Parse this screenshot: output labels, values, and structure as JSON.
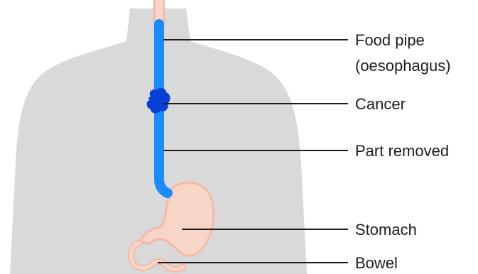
{
  "labels": {
    "food_pipe_line1": "Food pipe",
    "food_pipe_line2": "(oesophagus)",
    "cancer": "Cancer",
    "part_removed": "Part removed",
    "stomach": "Stomach",
    "bowel": "Bowel"
  },
  "colors": {
    "body": "#d9d9d9",
    "background": "#ffffff",
    "removed_section": "#1a8cff",
    "tumour": "#0a3fd6",
    "organ_fill": "#f7d6c8",
    "organ_outline": "#f3b9a6",
    "leader_line": "#1c1c1c"
  }
}
